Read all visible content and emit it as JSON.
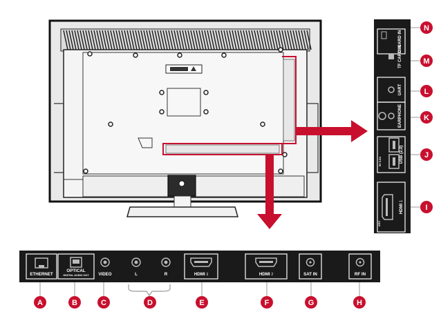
{
  "colors": {
    "accent": "#c8102e",
    "panel": "#1a1a1a",
    "tv_body": "#2b2b2b",
    "tv_outline": "#111111"
  },
  "bottom_panel": {
    "ports": [
      {
        "id": "ethernet",
        "label": "ETHERNET",
        "icon": "ethernet-port-icon",
        "marker": "A"
      },
      {
        "id": "optical",
        "label": "OPTICAL",
        "sublabel": "DIGITAL AUDIO OUT",
        "icon": "optical-port-icon",
        "marker": "B"
      },
      {
        "id": "video",
        "label": "VIDEO",
        "icon": "rca-jack-icon",
        "marker": "C"
      },
      {
        "id": "audio-l",
        "label": "L",
        "icon": "rca-jack-icon"
      },
      {
        "id": "audio-r",
        "label": "R",
        "icon": "rca-jack-icon"
      },
      {
        "id": "hdmi3",
        "label": "HDMI",
        "num": "3",
        "icon": "hdmi-port-icon",
        "marker": "E"
      },
      {
        "id": "hdmi2",
        "label": "HDMI",
        "num": "2",
        "icon": "hdmi-port-icon",
        "marker": "F"
      },
      {
        "id": "sat-in",
        "label": "SAT IN",
        "icon": "coax-port-icon",
        "marker": "G"
      },
      {
        "id": "rf-in",
        "label": "RF IN",
        "icon": "coax-port-icon",
        "marker": "H"
      }
    ],
    "audio_marker": "D"
  },
  "side_panel": {
    "ports": [
      {
        "id": "ci-card",
        "label": "CI CARD IN",
        "marker": "N",
        "icon": "ci-slot-icon"
      },
      {
        "id": "tf-card",
        "label": "TF CARD IN",
        "marker": "M",
        "icon": "sd-card-icon"
      },
      {
        "id": "uart",
        "label": "UART",
        "marker": "L",
        "icon": "jack-icon"
      },
      {
        "id": "earphone",
        "label": "EARPHONE",
        "marker": "K",
        "icon": "headphone-icon"
      },
      {
        "id": "usb",
        "label": "USB (2.0)",
        "sublabel": "5V 0.5A",
        "marker": "J",
        "icon": "usb-port-icon"
      },
      {
        "id": "hdmi1",
        "label": "HDMI",
        "num": "1",
        "sublabel": "ARC",
        "marker": "I",
        "icon": "hdmi-port-icon"
      }
    ]
  }
}
